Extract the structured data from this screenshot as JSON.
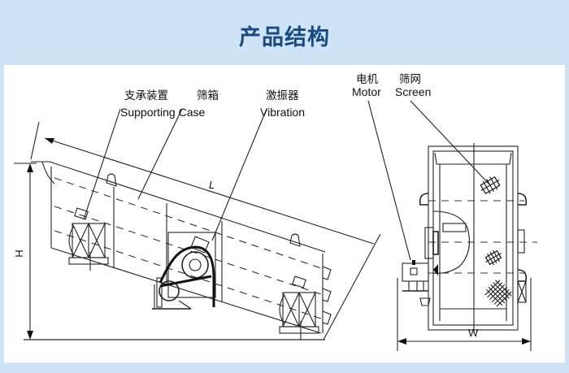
{
  "header": {
    "title": "产品结构"
  },
  "diagram": {
    "side_view": {
      "labels": {
        "supporting_cn": "支承装置",
        "case_cn": "筛箱",
        "supporting_case_en": "Supporting Case",
        "vibration_cn": "激振器",
        "vibration_en": "Vibration"
      },
      "dimensions": {
        "length": "L",
        "height": "H"
      }
    },
    "end_view": {
      "labels": {
        "motor_cn": "电机",
        "motor_en": "Motor",
        "screen_cn": "筛网",
        "screen_en": "Screen"
      },
      "dimensions": {
        "width": "W"
      }
    }
  }
}
